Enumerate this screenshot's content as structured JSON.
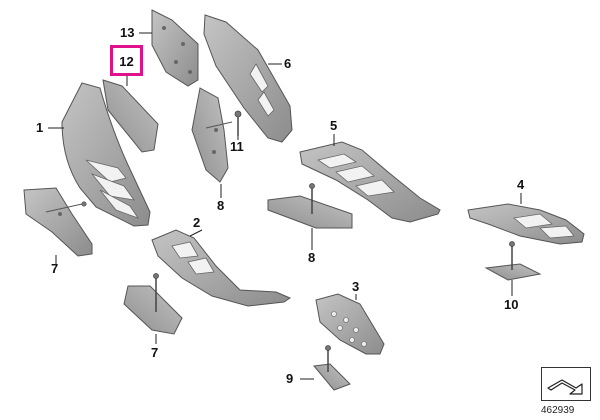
{
  "diagram": {
    "highlight_color": "#e0118a",
    "part_fill": "#a9a9a9",
    "part_stroke": "#555555",
    "highlighted_callout": "12",
    "callouts": {
      "c1": "1",
      "c2": "2",
      "c3": "3",
      "c4": "4",
      "c5": "5",
      "c6": "6",
      "c7a": "7",
      "c7b": "7",
      "c8a": "8",
      "c8b": "8",
      "c9": "9",
      "c10": "10",
      "c11": "11",
      "c12": "12",
      "c13": "13"
    },
    "reference_number": "462939",
    "logo_icon": "arrow-symbol-icon"
  }
}
